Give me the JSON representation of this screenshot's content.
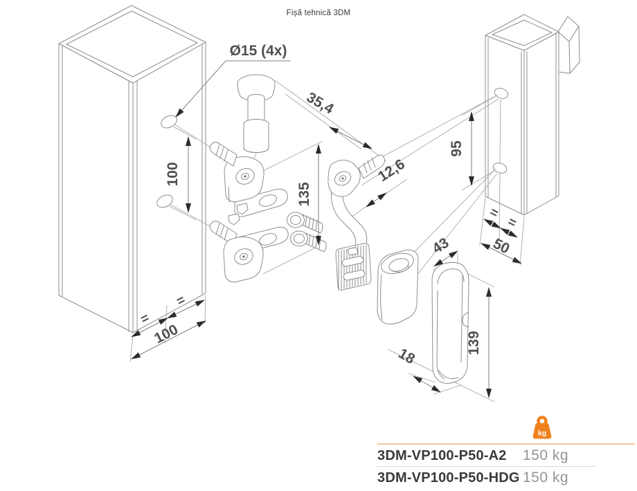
{
  "title": "Fișă tehnică 3DM",
  "drawing": {
    "labels": {
      "hole_diameter": "Ø15 (4x)",
      "post_hole_spacing": "100",
      "bracket_plate_width": "35,4",
      "bracket_pin_spacing": "135",
      "adjustment_offset": "12,6",
      "gate_hole_spacing": "95",
      "cap_width": "43",
      "gate_post_width": "50",
      "cap_depth": "18",
      "cap_height": "139",
      "post_width": "100",
      "equal": "="
    }
  },
  "table": {
    "icon_label": "kg",
    "rows": [
      {
        "code": "3DM-VP100-P50-A2",
        "capacity": "150 kg"
      },
      {
        "code": "3DM-VP100-P50-HDG",
        "capacity": "150 kg"
      }
    ]
  },
  "colors": {
    "accent_orange": "#f0821e",
    "drawing_line": "#8d8d8d",
    "dimension_text": "#4f4f53",
    "table_code_text": "#3a3a3e",
    "table_value_text": "#939398",
    "divider_orange": "#f2c9a2",
    "divider_gray": "#d9d9d9"
  }
}
